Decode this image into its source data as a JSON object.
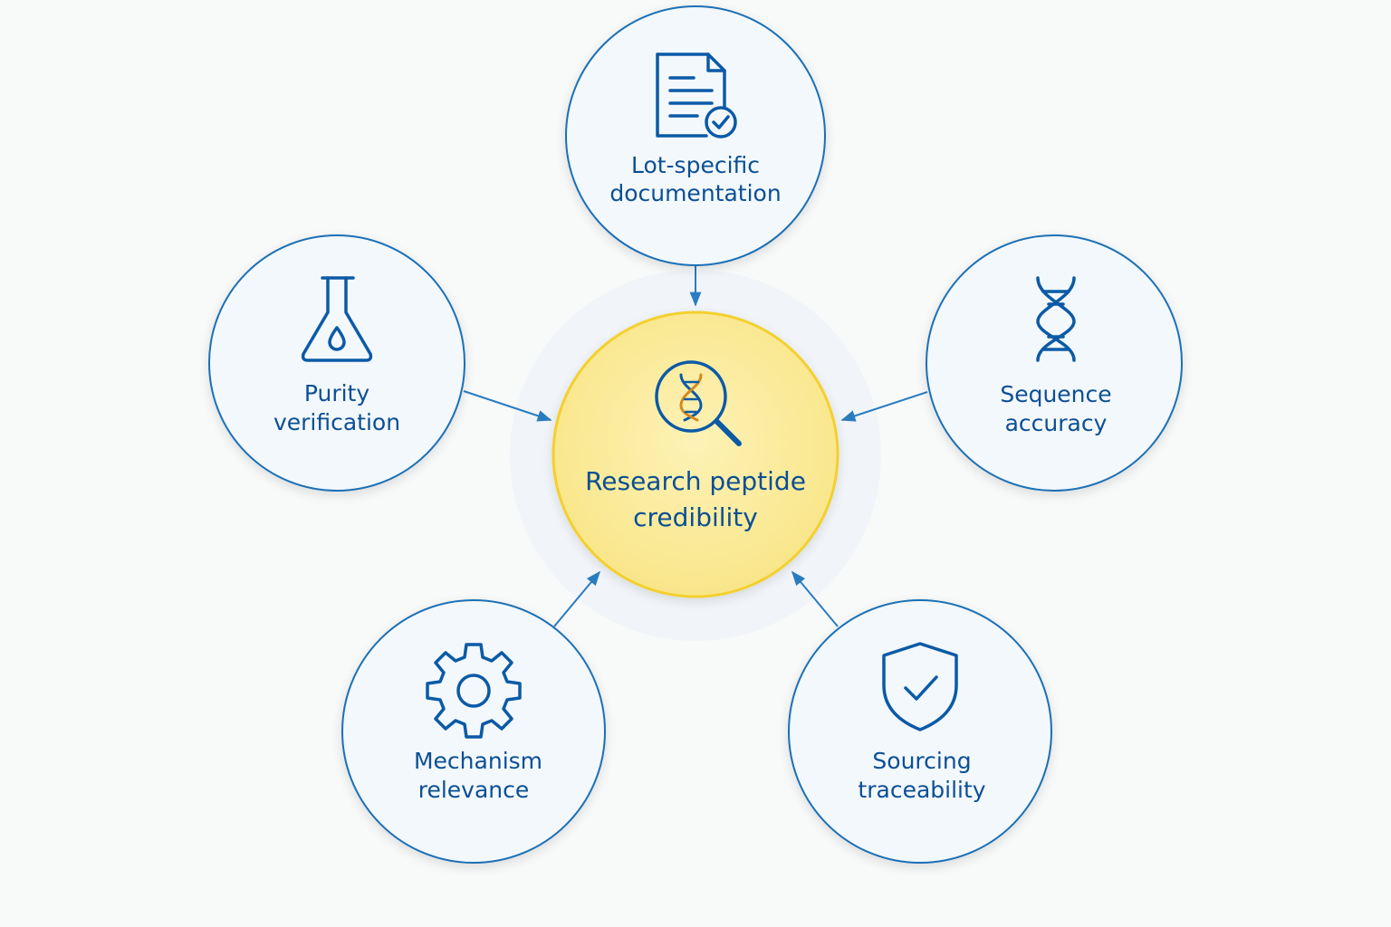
{
  "colors": {
    "background": "#f8f9f9",
    "outer_circle_fill": "#f3f8fc",
    "outer_circle_stroke": "#1a6fb5",
    "icon_stroke": "#0b5aa6",
    "label_text": "#0b4f94",
    "center_fill": "#fcefa8",
    "center_stroke": "#f3d02e",
    "arrow": "#2a7cc0"
  },
  "center": {
    "icon": "dna-magnifier-icon",
    "label_line1": "Research peptide",
    "label_line2": "credibility"
  },
  "nodes": [
    {
      "id": "lot-specific-documentation",
      "icon": "document-check-icon",
      "label_line1": "Lot-specific",
      "label_line2": "documentation"
    },
    {
      "id": "purity-verification",
      "icon": "flask-drop-icon",
      "label_line1": "Purity",
      "label_line2": "verification"
    },
    {
      "id": "sequence-accuracy",
      "icon": "dna-icon",
      "label_line1": "Sequence",
      "label_line2": "accuracy"
    },
    {
      "id": "mechanism-relevance",
      "icon": "gear-icon",
      "label_line1": "Mechanism",
      "label_line2": "relevance"
    },
    {
      "id": "sourcing-traceability",
      "icon": "shield-check-icon",
      "label_line1": "Sourcing",
      "label_line2": "traceability"
    }
  ]
}
